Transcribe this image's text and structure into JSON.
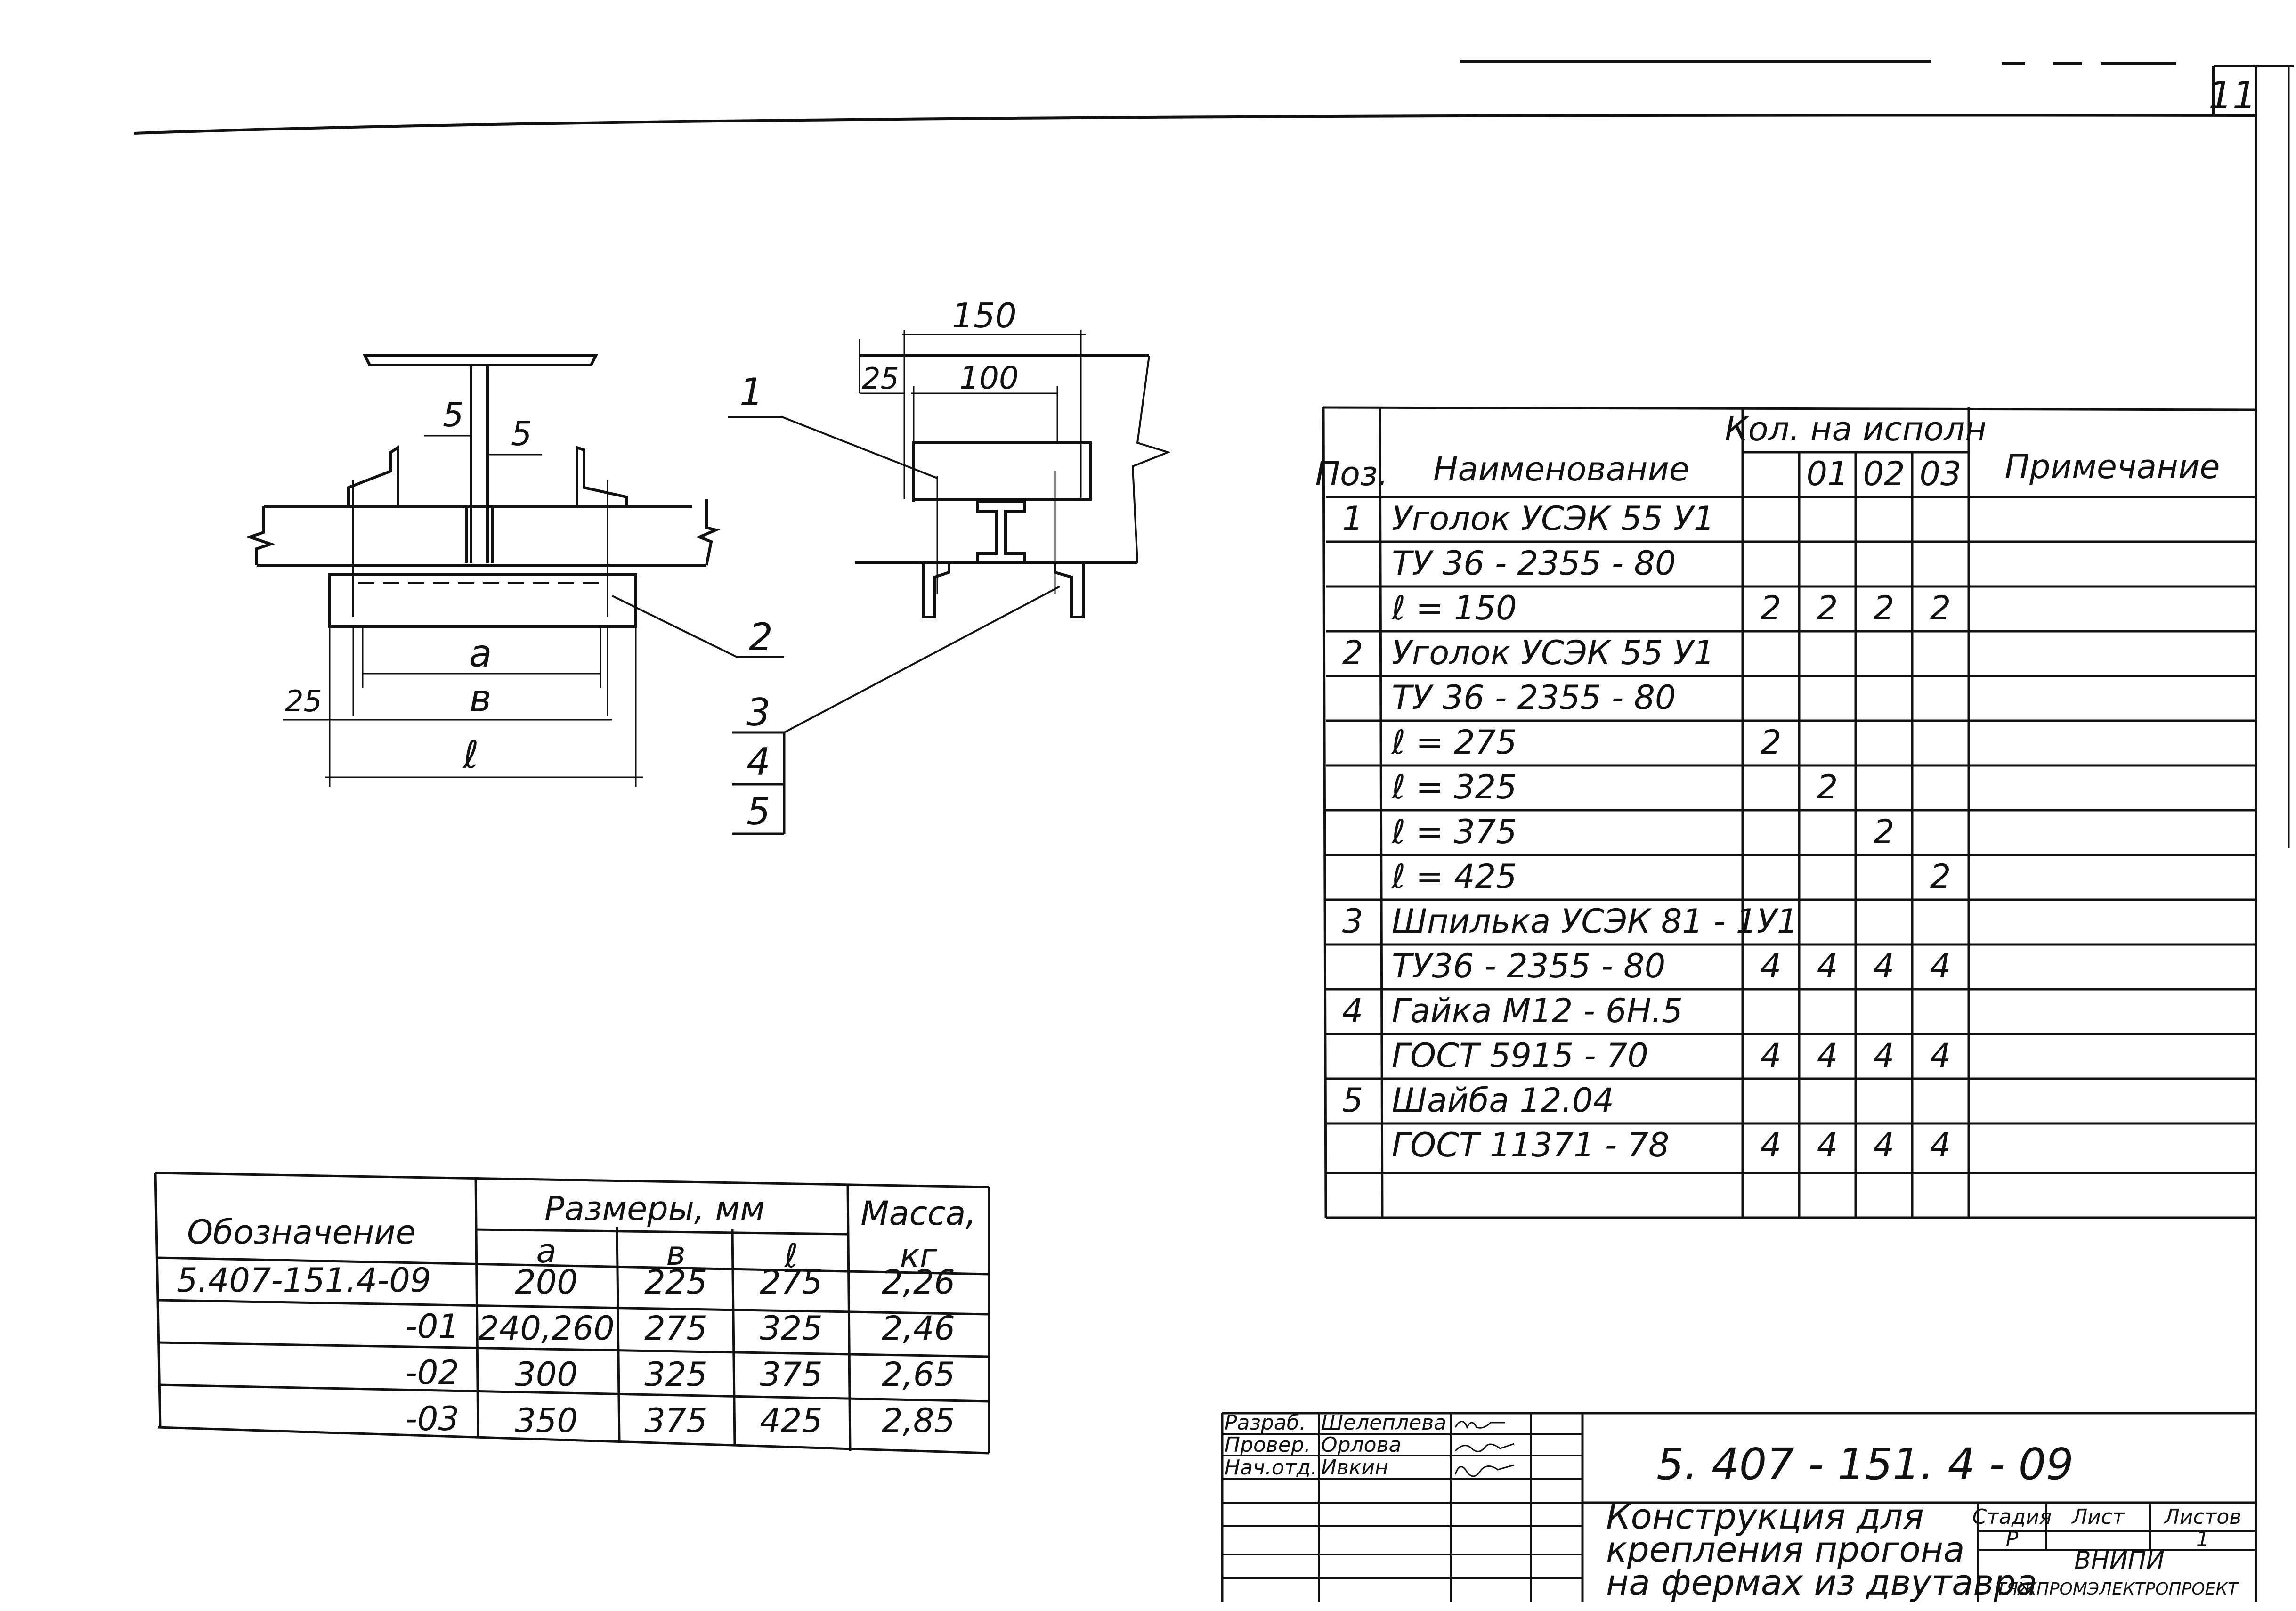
{
  "sheet": {
    "page_number": "11",
    "designation": "5. 407 - 151. 4 - 09",
    "title_lines": [
      "Конструкция для",
      "крепления прогона",
      "на фермах из двутавра"
    ],
    "organization_short": "ВНИПИ",
    "organization_long": "ТЯЖПРОМЭЛЕКТРОПРОЕКТ",
    "stage_label": "Стадия",
    "sheet_label": "Лист",
    "sheets_label": "Листов",
    "stage_value": "Р",
    "sheets_value": "1",
    "roles": [
      {
        "role": "Разраб.",
        "name": "Шелеплева"
      },
      {
        "role": "Провер.",
        "name": "Орлова"
      },
      {
        "role": "Нач.отд.",
        "name": "Ивкин"
      }
    ]
  },
  "drawing1": {
    "dims": {
      "five_a": "5",
      "five_b": "5",
      "a": "a",
      "b": "в",
      "l": "ℓ",
      "offset": "25"
    },
    "callouts": {
      "two": "2",
      "three": "3",
      "four": "4",
      "five": "5"
    }
  },
  "drawing2": {
    "dims": {
      "outer": "150",
      "inner": "100",
      "offset": "25"
    },
    "callouts": {
      "one": "1"
    }
  },
  "spec_table": {
    "headers": {
      "pos": "Поз.",
      "name": "Наименование",
      "qty_group": "Кол. на исполн",
      "note": "Примечание",
      "variants": [
        "",
        "01",
        "02",
        "03"
      ]
    },
    "rows": [
      {
        "pos": "1",
        "name": "Уголок УСЭК 55 У1",
        "q": [
          "",
          "",
          "",
          ""
        ]
      },
      {
        "pos": "",
        "name": "ТУ 36 - 2355 - 80",
        "q": [
          "",
          "",
          "",
          ""
        ]
      },
      {
        "pos": "",
        "name": "ℓ = 150",
        "q": [
          "2",
          "2",
          "2",
          "2"
        ]
      },
      {
        "pos": "2",
        "name": "Уголок УСЭК 55 У1",
        "q": [
          "",
          "",
          "",
          ""
        ]
      },
      {
        "pos": "",
        "name": "ТУ 36 - 2355 - 80",
        "q": [
          "",
          "",
          "",
          ""
        ]
      },
      {
        "pos": "",
        "name": "ℓ = 275",
        "q": [
          "2",
          "",
          "",
          ""
        ]
      },
      {
        "pos": "",
        "name": "ℓ = 325",
        "q": [
          "",
          "2",
          "",
          ""
        ]
      },
      {
        "pos": "",
        "name": "ℓ = 375",
        "q": [
          "",
          "",
          "2",
          ""
        ]
      },
      {
        "pos": "",
        "name": "ℓ = 425",
        "q": [
          "",
          "",
          "",
          "2"
        ]
      },
      {
        "pos": "3",
        "name": "Шпилька УСЭК 81 - 1У1",
        "q": [
          "",
          "",
          "",
          ""
        ]
      },
      {
        "pos": "",
        "name": "ТУ36 - 2355 - 80",
        "q": [
          "4",
          "4",
          "4",
          "4"
        ]
      },
      {
        "pos": "4",
        "name": "Гайка М12 - 6Н.5",
        "q": [
          "",
          "",
          "",
          ""
        ]
      },
      {
        "pos": "",
        "name": "ГОСТ 5915 - 70",
        "q": [
          "4",
          "4",
          "4",
          "4"
        ]
      },
      {
        "pos": "5",
        "name": "Шайба 12.04",
        "q": [
          "",
          "",
          "",
          ""
        ]
      },
      {
        "pos": "",
        "name": "ГОСТ 11371 - 78",
        "q": [
          "4",
          "4",
          "4",
          "4"
        ]
      },
      {
        "pos": "",
        "name": "",
        "q": [
          "",
          "",
          "",
          ""
        ]
      }
    ]
  },
  "dim_table": {
    "headers": {
      "designation": "Обозначение",
      "sizes_group": "Размеры, мм",
      "a": "а",
      "b": "в",
      "l": "ℓ",
      "mass": "Масса,",
      "mass_unit": "кг"
    },
    "rows": [
      {
        "designation": "5.407-151.4-09",
        "a": "200",
        "b": "225",
        "l": "275",
        "mass": "2,26"
      },
      {
        "designation": "-01",
        "a": "240,260",
        "b": "275",
        "l": "325",
        "mass": "2,46"
      },
      {
        "designation": "-02",
        "a": "300",
        "b": "325",
        "l": "375",
        "mass": "2,65"
      },
      {
        "designation": "-03",
        "a": "350",
        "b": "375",
        "l": "425",
        "mass": "2,85"
      }
    ]
  }
}
